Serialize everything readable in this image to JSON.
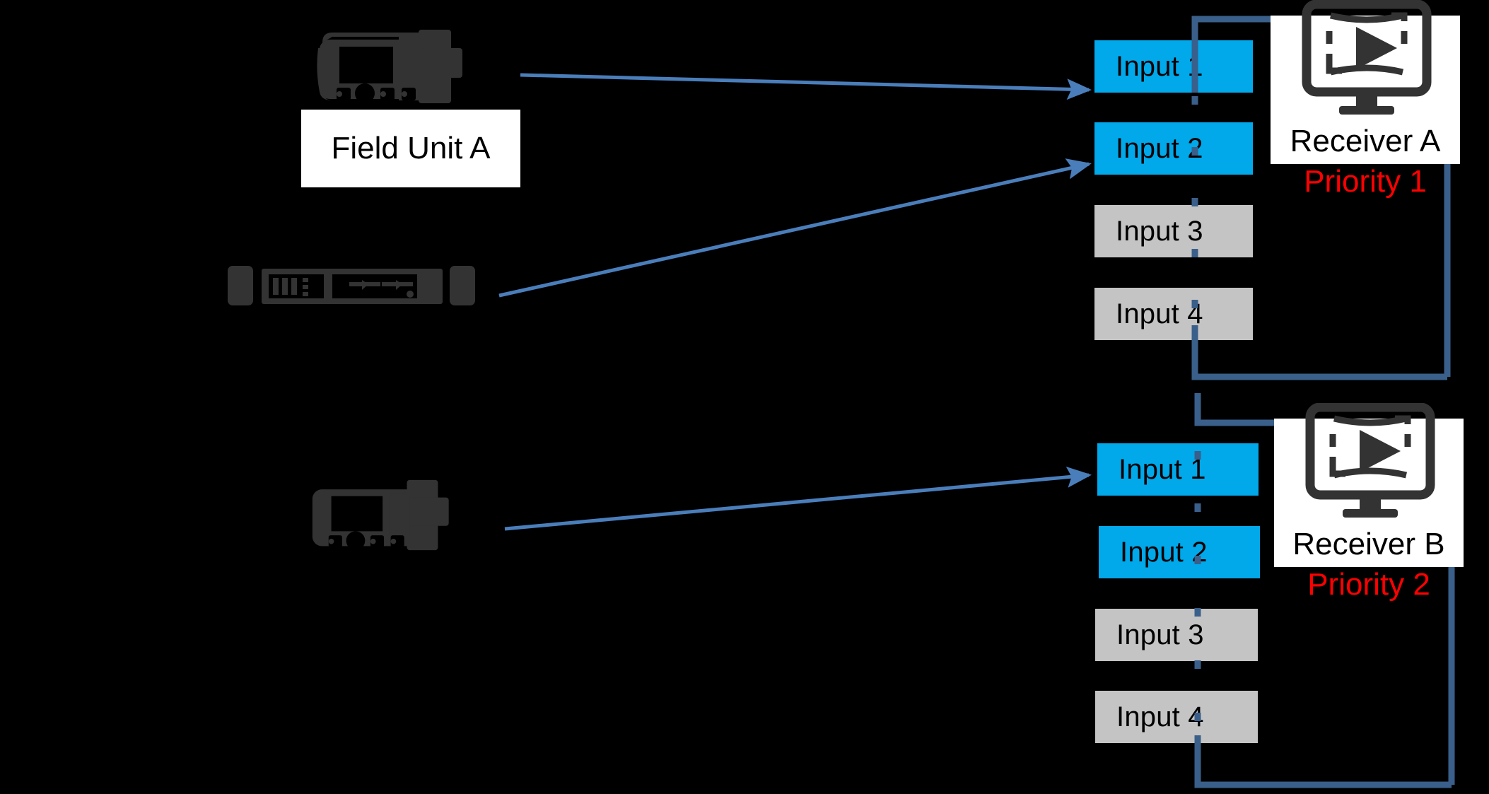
{
  "diagram": {
    "title": "Receiver input priority routing diagram",
    "background_color": "#000000",
    "colors": {
      "active_input": "#01A8EA",
      "idle_input": "#C4C4C4",
      "arrow": "#4A7EBB",
      "bus_line": "#3A5F8A",
      "priority_text": "#FF0000",
      "panel": "#FFFFFF",
      "icon": "#333333"
    }
  },
  "sources": [
    {
      "id": "field-unit-a",
      "icon": "camera-field-unit-icon",
      "label": "Field Unit A",
      "has_label_box": true
    },
    {
      "id": "rack-encoder",
      "icon": "rack-encoder-icon",
      "label": "",
      "has_label_box": false
    },
    {
      "id": "field-unit-b",
      "icon": "camera-field-unit-icon",
      "label": "",
      "has_label_box": false
    }
  ],
  "receivers": [
    {
      "id": "receiver-a",
      "name": "Receiver A",
      "priority": "Priority 1",
      "icon": "monitor-play-icon",
      "inputs": [
        {
          "label": "Input 1",
          "state": "active"
        },
        {
          "label": "Input 2",
          "state": "active"
        },
        {
          "label": "Input 3",
          "state": "idle"
        },
        {
          "label": "Input 4",
          "state": "idle"
        }
      ]
    },
    {
      "id": "receiver-b",
      "name": "Receiver B",
      "priority": "Priority 2",
      "icon": "monitor-play-icon",
      "inputs": [
        {
          "label": "Input 1",
          "state": "active"
        },
        {
          "label": "Input 2",
          "state": "active"
        },
        {
          "label": "Input 3",
          "state": "idle"
        },
        {
          "label": "Input 4",
          "state": "idle"
        }
      ]
    }
  ],
  "connections": [
    {
      "from": "field-unit-a",
      "to": "receiver-a.input-1"
    },
    {
      "from": "rack-encoder",
      "to": "receiver-a.input-2"
    },
    {
      "from": "field-unit-b",
      "to": "receiver-b.input-1"
    }
  ]
}
